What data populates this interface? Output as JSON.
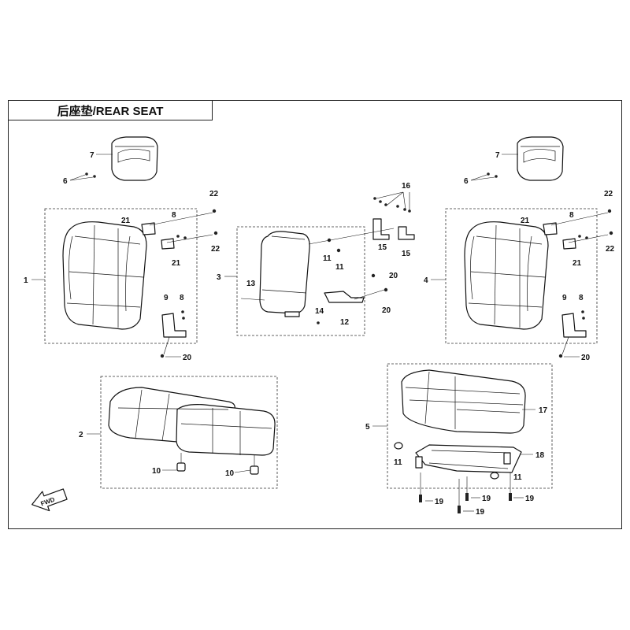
{
  "title": "后座垫/REAR SEAT",
  "fwd_label": "FWD",
  "callouts": {
    "c1": "1",
    "c2": "2",
    "c3": "3",
    "c4": "4",
    "c5": "5",
    "c6l": "6",
    "c6r": "6",
    "c7l": "7",
    "c7r": "7",
    "c8l1": "8",
    "c8l2": "8",
    "c8r1": "8",
    "c8r2": "8",
    "c9l": "9",
    "c9r": "9",
    "c10a": "10",
    "c10b": "10",
    "c11a": "11",
    "c11b": "11",
    "c11c": "11",
    "c11d": "11",
    "c12": "12",
    "c13": "13",
    "c14": "14",
    "c15a": "15",
    "c15b": "15",
    "c16": "16",
    "c17": "17",
    "c18": "18",
    "c19a": "19",
    "c19b": "19",
    "c19c": "19",
    "c19d": "19",
    "c20a": "20",
    "c20b": "20",
    "c20c": "20",
    "c20d": "20",
    "c21a": "21",
    "c21b": "21",
    "c21c": "21",
    "c21d": "21",
    "c22a": "22",
    "c22b": "22",
    "c22c": "22",
    "c22d": "22"
  }
}
